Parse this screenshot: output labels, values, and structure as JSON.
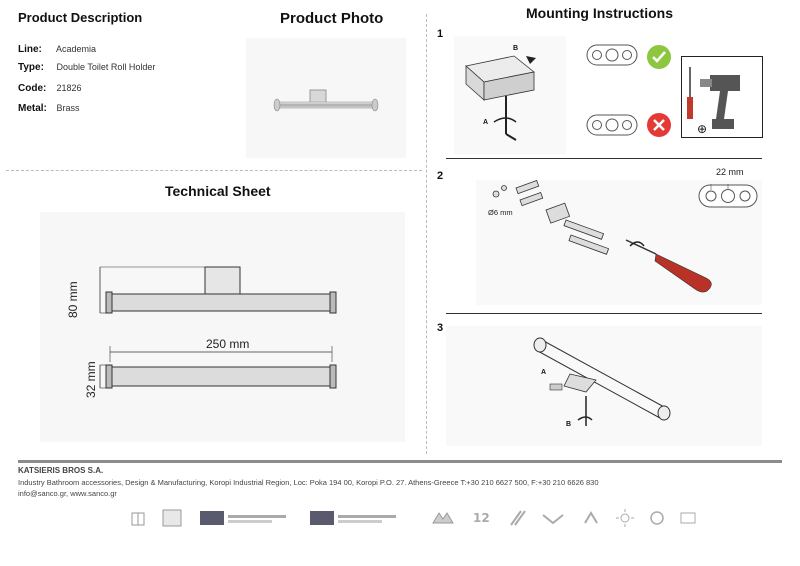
{
  "product_description": {
    "heading": "Product Description",
    "specs": [
      {
        "label": "Line:",
        "value": "Academia"
      },
      {
        "label": "Type:",
        "value": "Double Toilet Roll Holder"
      },
      {
        "label": "Code:",
        "value": "21826"
      },
      {
        "label": "Metal:",
        "value": "Brass"
      }
    ]
  },
  "product_photo": {
    "heading": "Product Photo"
  },
  "technical_sheet": {
    "heading": "Technical Sheet",
    "dims": {
      "height_front": "80 mm",
      "length": "250 mm",
      "depth": "32 mm"
    }
  },
  "mounting": {
    "heading": "Mounting Instructions",
    "steps": [
      {
        "number": "1",
        "letters": [
          "B",
          "A"
        ]
      },
      {
        "number": "2",
        "screw_label": "Ø6 mm",
        "spacing_label": "22 mm"
      },
      {
        "number": "3",
        "letters": [
          "A",
          "B"
        ]
      }
    ]
  },
  "footer": {
    "company": "KATSIERIS BROS S.A.",
    "line1": "Industry Bathroom accessories, Design & Manufacturing, Koropi Industrial Region, Loc: Poka 194 00, Koropi P.O. 27. Athens-Greece   T:+30 210 6627 500, F:+30 210 6626 830",
    "line2": "info@sanco.gr, www.sanco.gr",
    "certificates": [
      "hotels-icon",
      "recycle-100-icon",
      "iso-9001-badge",
      "iso-14001-badge",
      "greek-product-icon",
      "warranty-12-icon",
      "brush-icon",
      "resistant-icon",
      "eco-icon",
      "sun-icon",
      "scratch-icon",
      "mirror-icon"
    ]
  },
  "colors": {
    "ok": "#8dc63f",
    "bad": "#e53935",
    "footer_bar": "#8c8c8c"
  }
}
